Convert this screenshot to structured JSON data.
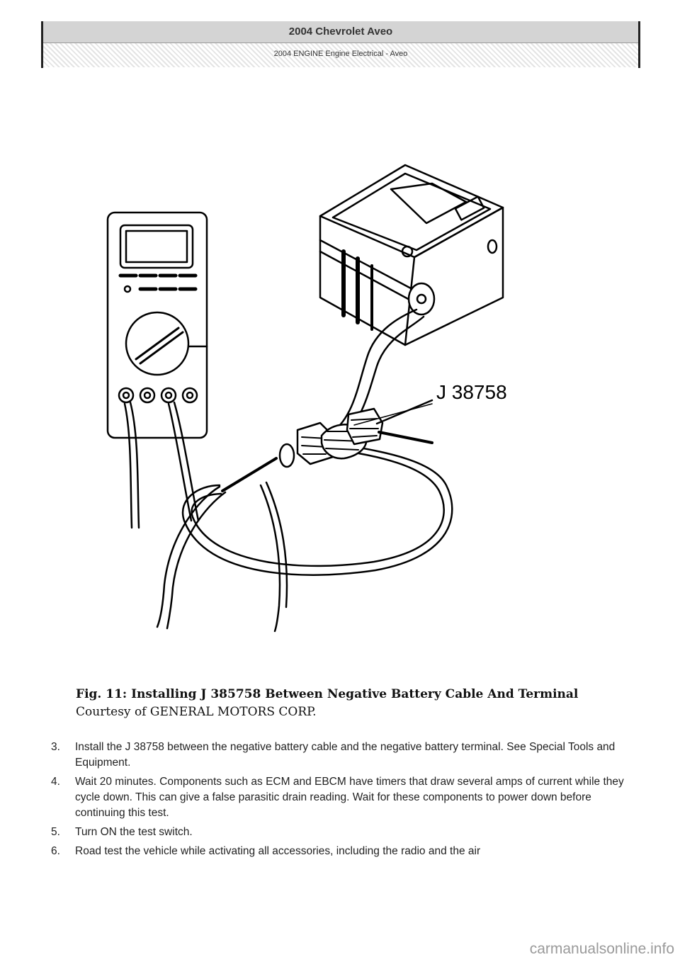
{
  "header": {
    "title": "2004 Chevrolet Aveo",
    "subtitle": "2004 ENGINE Engine Electrical - Aveo"
  },
  "figure": {
    "tool_label": "J 38758"
  },
  "caption": {
    "title": "Fig. 11: Installing J 385758 Between Negative Battery Cable And Terminal",
    "courtesy": "Courtesy of GENERAL MOTORS CORP."
  },
  "steps": [
    {
      "num": "3.",
      "text": "Install the J 38758 between the negative battery cable and the negative battery terminal. See Special Tools and Equipment."
    },
    {
      "num": "4.",
      "text": "Wait 20 minutes. Components such as ECM and EBCM have timers that draw several amps of current while they cycle down. This can give a false parasitic drain reading. Wait for these components to power down before continuing this test."
    },
    {
      "num": "5.",
      "text": "Turn ON the test switch."
    },
    {
      "num": "6.",
      "text": "Road test the vehicle while activating all accessories, including the radio and the air"
    }
  ],
  "watermark": "carmanualsonline.info"
}
